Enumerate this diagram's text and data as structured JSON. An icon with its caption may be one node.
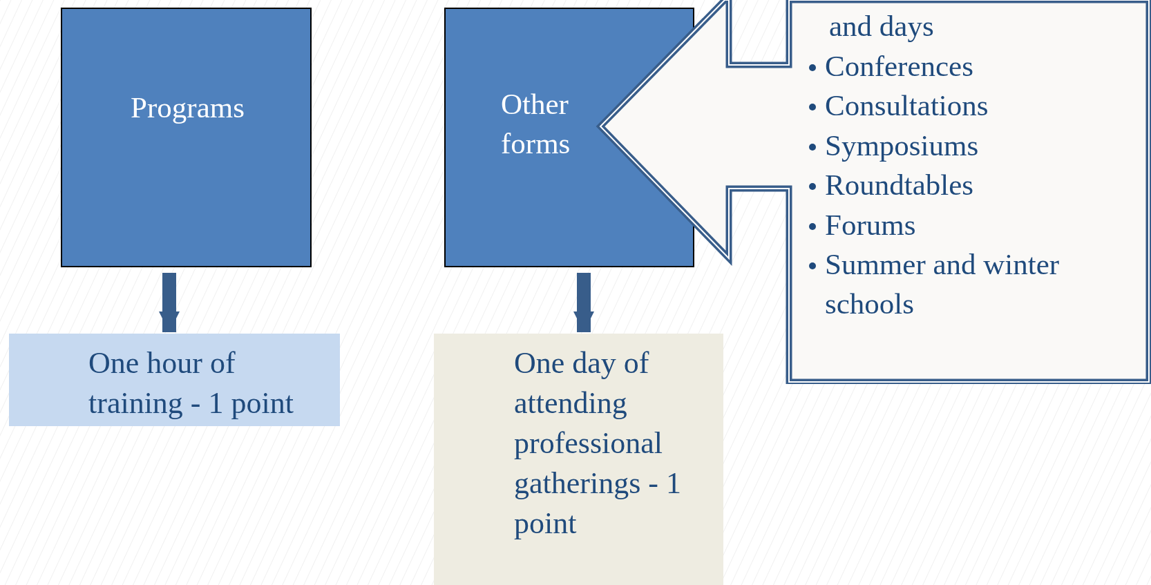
{
  "diagram": {
    "nodes": [
      {
        "text": [
          "Programs"
        ]
      },
      {
        "text": [
          "Other forms"
        ]
      },
      {
        "text": [
          "One hour of training - 1 point"
        ]
      },
      {
        "text": [
          "One day of attending professional gatherings - 1 point"
        ]
      },
      {
        "text": [
          "and days",
          "Conferences",
          "Consultations",
          "Symposiums",
          "Roundtables",
          "Forums",
          "Summer and winter schools"
        ]
      }
    ],
    "edges": [
      {
        "from": 0,
        "to": 2,
        "arrow": "to"
      },
      {
        "from": 1,
        "to": 3,
        "arrow": "to"
      }
    ]
  }
}
